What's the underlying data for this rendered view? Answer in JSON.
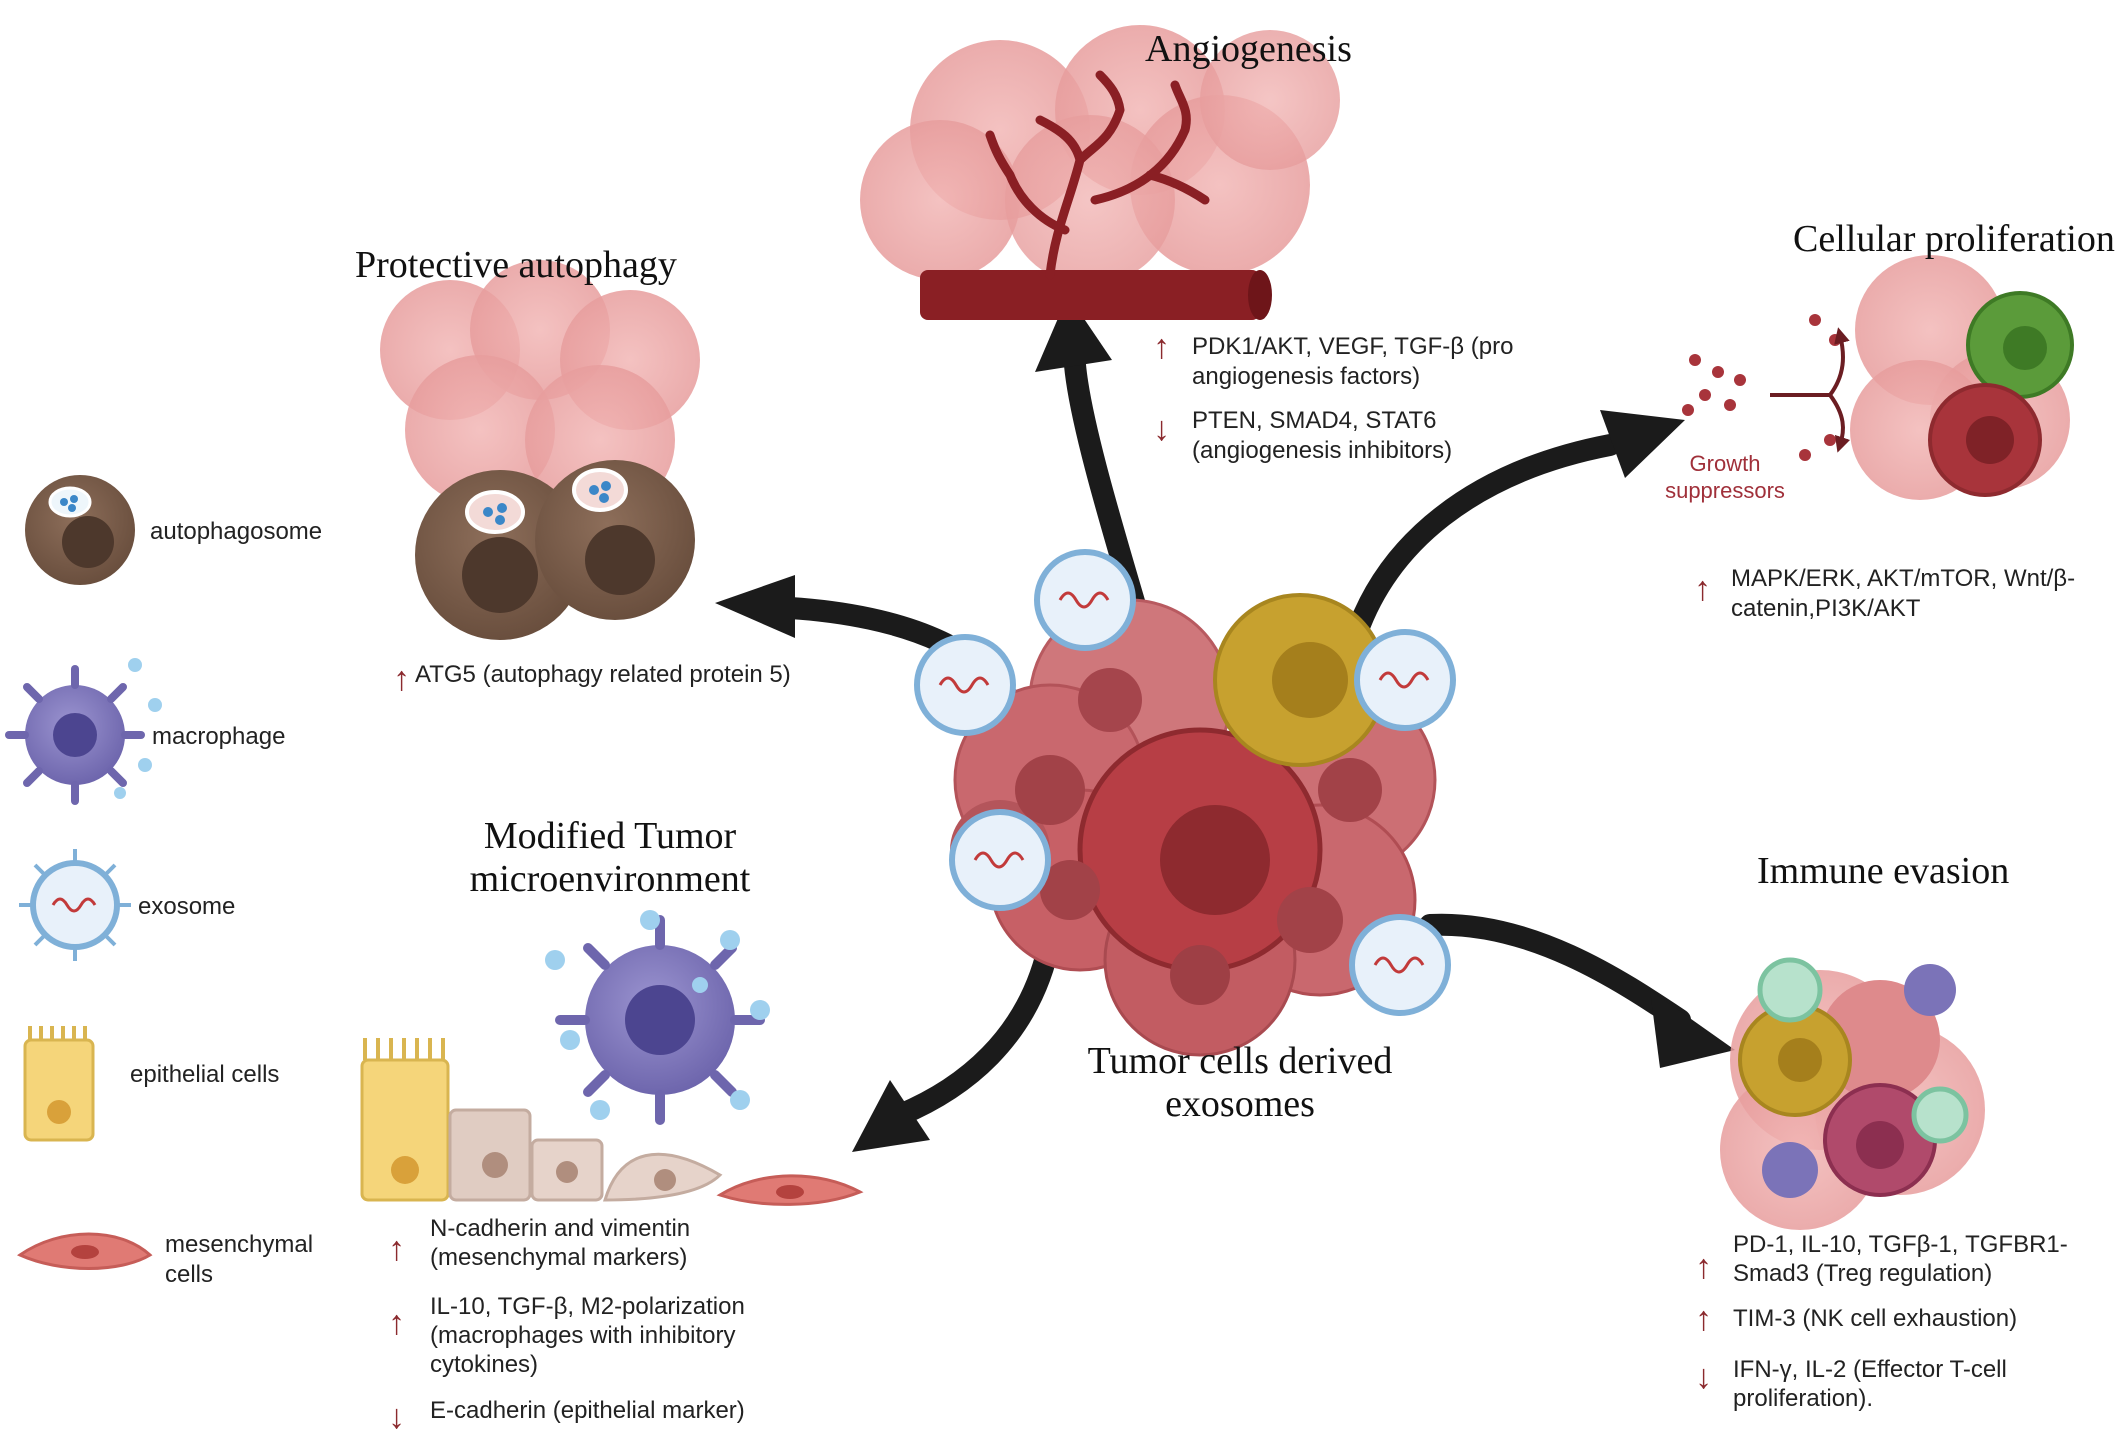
{
  "sections": {
    "angiogenesis": {
      "title": "Angiogenesis",
      "up_text_1": "PDK1/AKT, VEGF, TGF-β (pro",
      "up_text_2": "angiogenesis factors)",
      "down_text_1": "PTEN, SMAD4, STAT6",
      "down_text_2": "(angiogenesis inhibitors)"
    },
    "autophagy": {
      "title": "Protective autophagy",
      "up_text": "ATG5 (autophagy related protein 5)"
    },
    "proliferation": {
      "title": "Cellular proliferation",
      "growth_1": "Growth",
      "growth_2": "suppressors",
      "up_text_1": "MAPK/ERK, AKT/mTOR, Wnt/β-",
      "up_text_2": "catenin,PI3K/AKT"
    },
    "microenvironment": {
      "title_1": "Modified Tumor",
      "title_2": "microenvironment",
      "item1_1": "N-cadherin and vimentin",
      "item1_2": "(mesenchymal markers)",
      "item2_1": "IL-10, TGF-β, M2-polarization",
      "item2_2": "(macrophages with inhibitory",
      "item2_3": "cytokines)",
      "item3_1": "E-cadherin (epithelial marker)"
    },
    "immune": {
      "title": "Immune evasion",
      "item1_1": "PD-1, IL-10, TGFβ-1, TGFBR1-",
      "item1_2": "Smad3 (Treg regulation)",
      "item2_1": "TIM-3 (NK cell exhaustion)",
      "item3_1": "IFN-γ, IL-2 (Effector T-cell",
      "item3_2": "proliferation)."
    },
    "center": {
      "title_1": "Tumor cells derived",
      "title_2": "exosomes"
    }
  },
  "legend": [
    {
      "label": "autophagosome",
      "icon": "autophagosome-icon"
    },
    {
      "label": "macrophage",
      "icon": "macrophage-icon"
    },
    {
      "label": "exosome",
      "icon": "exosome-icon"
    },
    {
      "label": "epithelial cells",
      "icon": "epithelial-cell-icon"
    },
    {
      "label_1": "mesenchymal",
      "label_2": "cells",
      "icon": "mesenchymal-cell-icon"
    }
  ],
  "symbols": {
    "up": "↑",
    "down": "↓"
  },
  "colors": {
    "tumor": "#c9676d",
    "tumor_dark": "#a8434b",
    "tumor_core": "#8e2a2f",
    "gold_cell": "#c7a12f",
    "vessel": "#7a1a1e",
    "arrow": "#1b1b1b",
    "macrophage": "#7b73b8",
    "exosome_membrane": "#9fc3e0",
    "epithelial": "#f5d57a",
    "mesenchymal": "#e07a74",
    "autophagosome": "#7a5d4a",
    "accent_red": "#8b2a2e"
  }
}
